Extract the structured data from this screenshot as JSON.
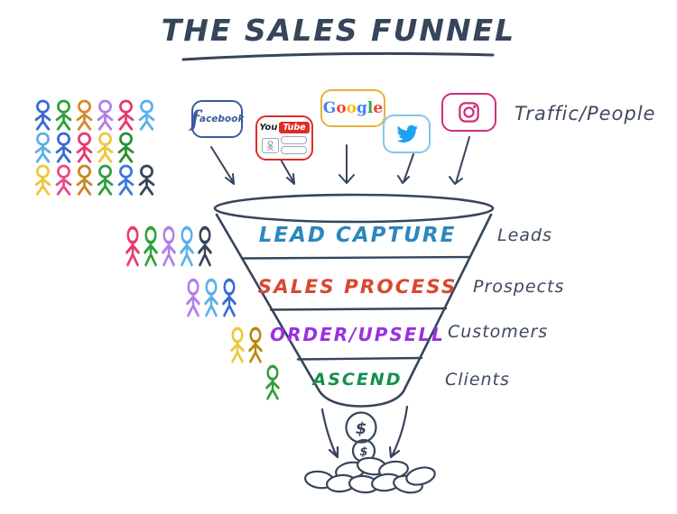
{
  "title": "THE SALES FUNNEL",
  "traffic_label": "Traffic/People",
  "colors": {
    "outline": "#36455a",
    "side_text": "#3d4a5c",
    "facebook_blue": "#3a5ba0",
    "youtube_red": "#dd2c28",
    "google_yellow": "#e8b23a",
    "twitter_border": "#85c7ea",
    "twitter_blue": "#1DA1F2",
    "instagram_pink": "#cf2d7b"
  },
  "social_icons": [
    {
      "name": "facebook",
      "logo_initial": "f",
      "logo_rest": "acebook"
    },
    {
      "name": "youtube",
      "word_you": "You",
      "word_tube": "Tube"
    },
    {
      "name": "google",
      "letters": [
        {
          "ch": "G",
          "color": "#4285F4"
        },
        {
          "ch": "o",
          "color": "#EA4335"
        },
        {
          "ch": "o",
          "color": "#FBBC05"
        },
        {
          "ch": "g",
          "color": "#4285F4"
        },
        {
          "ch": "l",
          "color": "#34A853"
        },
        {
          "ch": "e",
          "color": "#EA4335"
        }
      ]
    },
    {
      "name": "twitter"
    },
    {
      "name": "instagram"
    }
  ],
  "crowd": {
    "rows": [
      [
        "#3a6ad4",
        "#2fa03a",
        "#d8892b",
        "#b07fe8",
        "#e83a6a",
        "#5bb0ea"
      ],
      [
        "#5bb0ea",
        "#3a6ad4",
        "#e83a6a",
        "#ecc83c",
        "#2a8f35"
      ],
      [
        "#ecc83c",
        "#e84a8a",
        "#c8862a",
        "#2fa03a",
        "#3a7ae0",
        "#36455a"
      ]
    ]
  },
  "funnel": {
    "stages": [
      {
        "label": "LEAD CAPTURE",
        "color": "#2d87bd",
        "side_label": "Leads",
        "people": [
          "#e83a6a",
          "#2fa03a",
          "#b07fe8",
          "#5bb0ea",
          "#36455a"
        ]
      },
      {
        "label": "SALES PROCESS",
        "color": "#d9472f",
        "side_label": "Prospects",
        "people": [
          "#b07fe8",
          "#5bb0ea",
          "#3a6ad4"
        ]
      },
      {
        "label": "ORDER/UPSELL",
        "color": "#9b30e0",
        "side_label": "Customers",
        "people": [
          "#ecc83c",
          "#b8860b"
        ]
      },
      {
        "label": "ASCEND",
        "color": "#13904e",
        "side_label": "Clients",
        "people": [
          "#2fa03a"
        ]
      }
    ]
  },
  "money": {
    "symbol": "$",
    "falling_coins": 2,
    "pile_coins": 9
  }
}
